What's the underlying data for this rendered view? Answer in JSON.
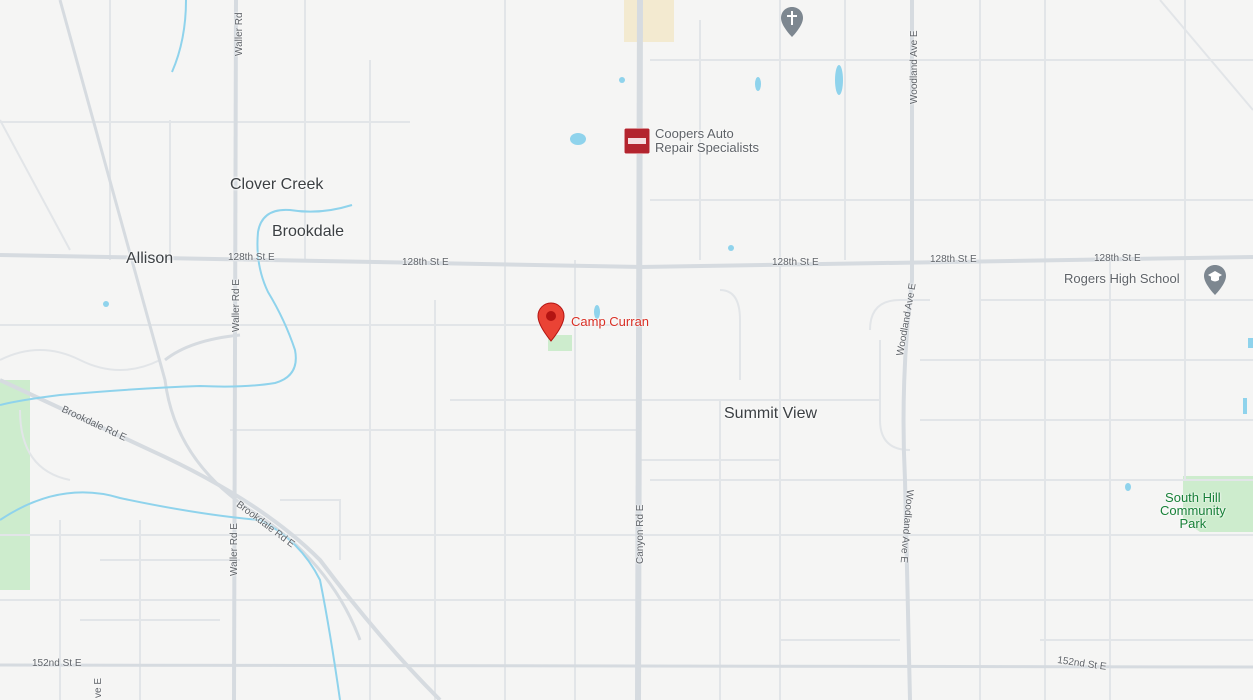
{
  "map": {
    "places": {
      "clover_creek": "Clover Creek",
      "brookdale": "Brookdale",
      "allison": "Allison",
      "summit_view": "Summit View"
    },
    "roads": {
      "waller_rd_top": "Waller Rd",
      "waller_rd_mid": "Waller Rd E",
      "waller_rd_low": "Waller Rd E",
      "e128_a": "128th St E",
      "e128_b": "128th St E",
      "e128_c": "128th St E",
      "e128_d": "128th St E",
      "e128_e": "128th St E",
      "brookdale_rd_a": "Brookdale Rd E",
      "brookdale_rd_b": "Brookdale Rd E",
      "canyon_rd": "Canyon Rd E",
      "woodland_top": "Woodland Ave E",
      "woodland_mid": "Woodland Ave E",
      "woodland_low": "Woodland Ave E",
      "e152_left": "152nd St E",
      "e152_right": "152nd St E",
      "bottom_left_partial": "ve E"
    },
    "pois": {
      "coopers_line1": "Coopers Auto",
      "coopers_line2": "Repair Specialists",
      "camp_curran": "Camp Curran",
      "rogers_hs": "Rogers High School",
      "park_line1": "South Hill",
      "park_line2": "Community",
      "park_line3": "Park"
    },
    "icons": {
      "church": "church-icon",
      "school": "graduation-cap-icon",
      "auto_repair": "business-logo-icon",
      "pin": "map-pin-icon"
    },
    "colors": {
      "background": "#f5f5f4",
      "road_major": "#d6dbe0",
      "road_minor": "#e2e5e8",
      "water": "#8fd3ec",
      "park": "#cdeccd",
      "pin": "#ea4335",
      "poi_red_text": "#d93025",
      "logo_fill": "#b3242e"
    }
  }
}
